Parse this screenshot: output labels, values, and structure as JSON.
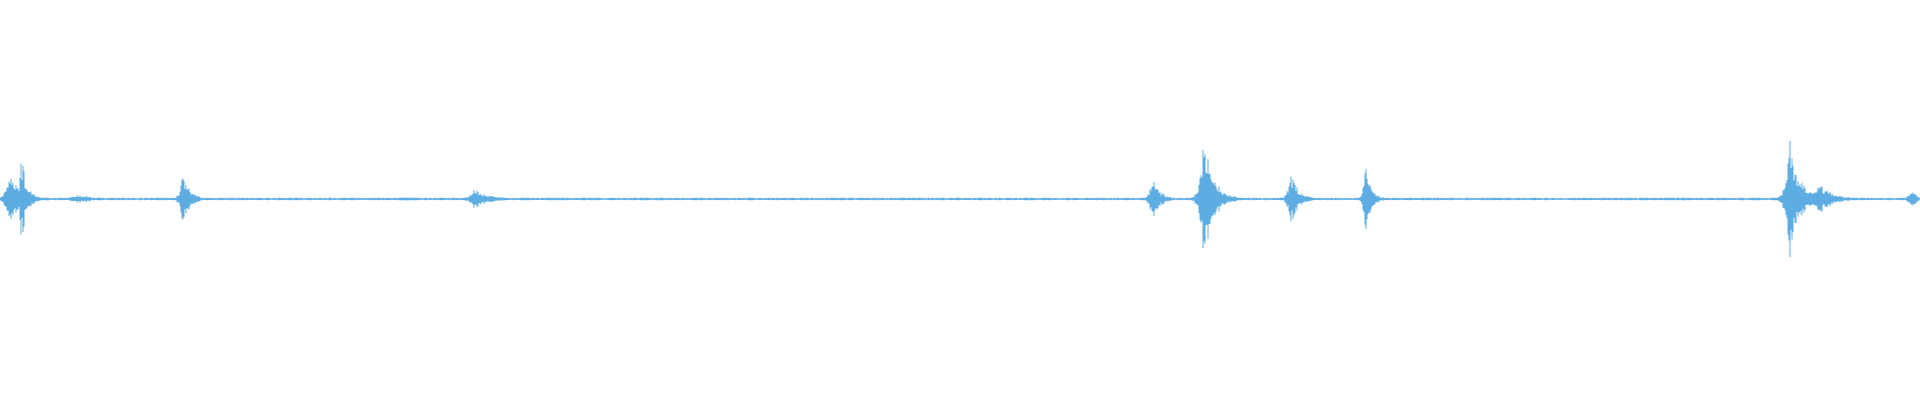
{
  "waveform": {
    "color": "#5DADE2",
    "background": "#FFFFFF",
    "bursts": [
      {
        "center": 0.005,
        "amplitude": 0.22,
        "width": 0.006
      },
      {
        "center": 0.011,
        "amplitude": 0.42,
        "width": 0.003
      },
      {
        "center": 0.04,
        "amplitude": 0.04,
        "width": 0.01
      },
      {
        "center": 0.095,
        "amplitude": 0.22,
        "width": 0.004
      },
      {
        "center": 0.21,
        "amplitude": 0.02,
        "width": 0.01
      },
      {
        "center": 0.247,
        "amplitude": 0.09,
        "width": 0.008
      },
      {
        "center": 0.6,
        "amplitude": 0.2,
        "width": 0.004
      },
      {
        "center": 0.627,
        "amplitude": 0.6,
        "width": 0.005
      },
      {
        "center": 0.672,
        "amplitude": 0.26,
        "width": 0.004
      },
      {
        "center": 0.711,
        "amplitude": 0.34,
        "width": 0.003
      },
      {
        "center": 0.932,
        "amplitude": 0.58,
        "width": 0.005
      },
      {
        "center": 0.947,
        "amplitude": 0.16,
        "width": 0.007
      },
      {
        "center": 0.995,
        "amplitude": 0.09,
        "width": 0.004
      }
    ]
  }
}
